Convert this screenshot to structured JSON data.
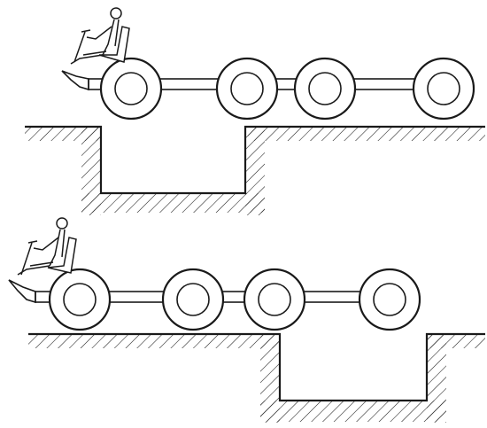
{
  "figure": {
    "colors": {
      "ink": "#1a1a1a",
      "paper": "#ffffff"
    },
    "panels": [
      {
        "scene": "vehicle-spanning-trench",
        "wheels": 4,
        "trench_under_wheel_gap": 1
      },
      {
        "scene": "vehicle-spanning-trench",
        "wheels": 4,
        "trench_under_wheel_gap": 3
      }
    ]
  }
}
